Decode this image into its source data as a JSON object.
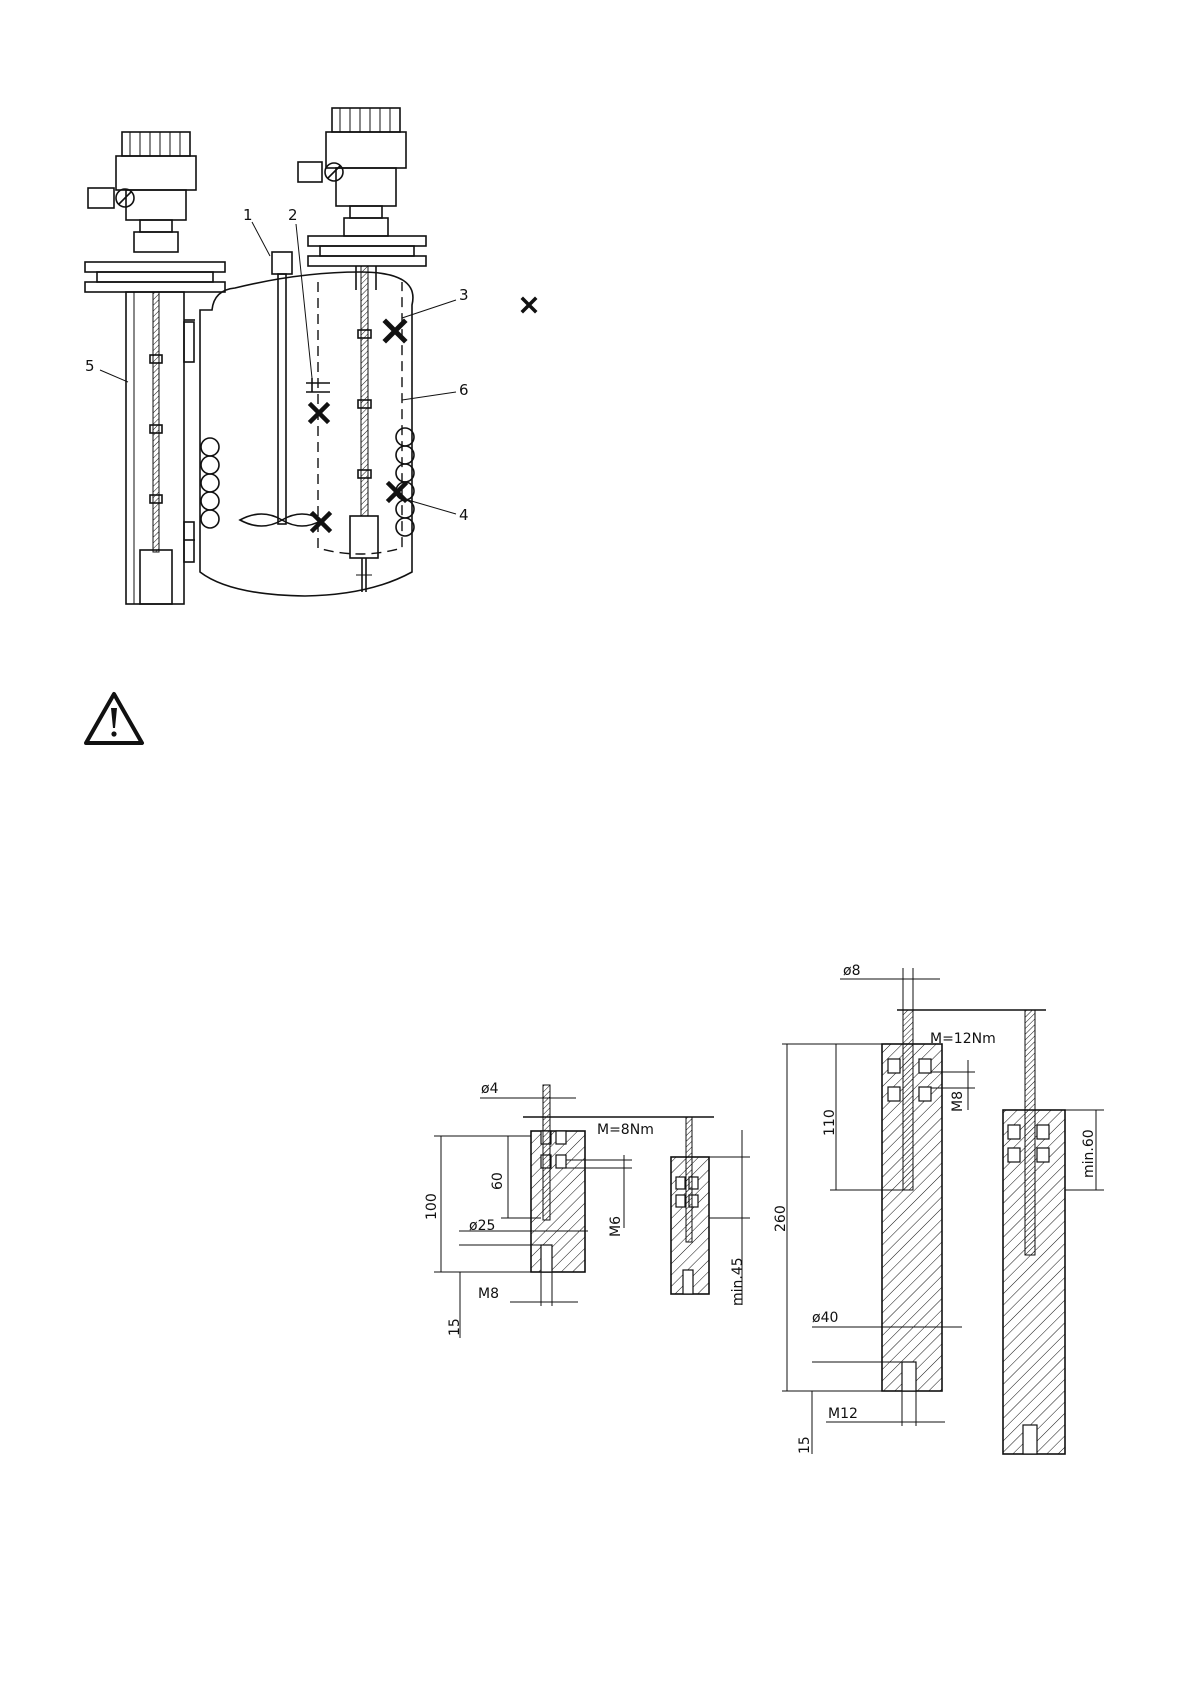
{
  "installation_figure": {
    "callouts": [
      "1",
      "2",
      "3",
      "4",
      "5",
      "6"
    ],
    "legend_icon": "cross-icon"
  },
  "warning": {
    "icon": "warning-triangle-icon"
  },
  "weights_figure": {
    "small": {
      "d_rope": "ø4",
      "torque": "M=8Nm",
      "h_total": "100",
      "h_upper": "60",
      "d_body": "ø25",
      "thread_side": "M6",
      "thread_bottom": "M8",
      "depth_bottom": "15",
      "min_length": "min.45"
    },
    "large": {
      "d_rope": "ø8",
      "torque": "M=12Nm",
      "h_upper": "110",
      "thread_side": "M8",
      "h_total": "260",
      "d_body": "ø40",
      "thread_bottom": "M12",
      "depth_bottom": "15",
      "min_length": "min.60"
    }
  }
}
